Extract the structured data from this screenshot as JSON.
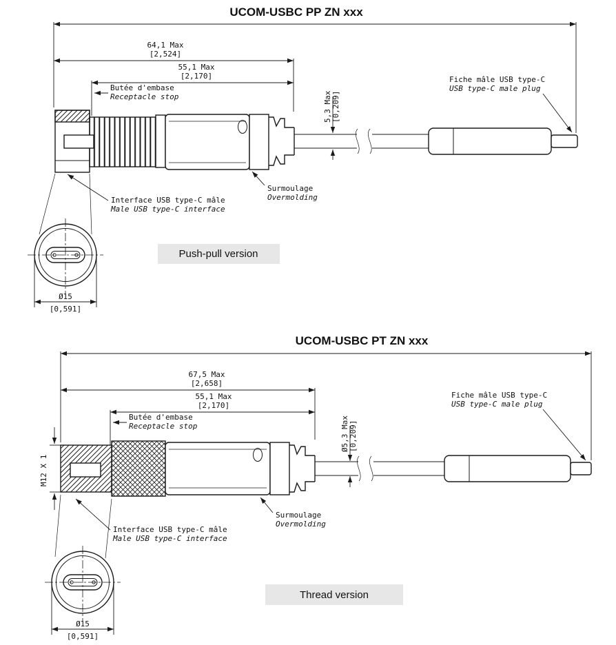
{
  "page": {
    "background": "#ffffff",
    "title_color": "#1d5c87",
    "line_color": "#1a1a1a",
    "badge_bg": "#e7e7e7"
  },
  "sections": [
    {
      "id": "push-pull",
      "title": "UCOM-USBC PP ZN xxx",
      "version_label": "Push-pull version",
      "dimensions": {
        "overall_length": {
          "value": "64,1 Max",
          "inches": "[2,524]"
        },
        "body_length": {
          "value": "55,1 Max",
          "inches": "[2,170]"
        },
        "cable_diameter": {
          "value": "5,3 Max",
          "inches": "[0,209]"
        },
        "front_diameter": {
          "value": "Ø15",
          "inches": "[0,591]"
        }
      },
      "labels": {
        "receptacle_stop": {
          "fr": "Butée d'embase",
          "en": "Receptacle stop"
        },
        "usb_plug": {
          "fr": "Fiche mâle USB type-C",
          "en": "USB type-C male plug"
        },
        "overmolding": {
          "fr": "Surmoulage",
          "en": "Overmolding"
        },
        "usb_interface": {
          "fr": "Interface USB type-C mâle",
          "en": "Male USB type-C interface"
        }
      }
    },
    {
      "id": "thread",
      "title": "UCOM-USBC PT ZN xxx",
      "version_label": "Thread version",
      "dimensions": {
        "overall_length": {
          "value": "67,5 Max",
          "inches": "[2,658]"
        },
        "body_length": {
          "value": "55,1 Max",
          "inches": "[2,170]"
        },
        "cable_diameter": {
          "value": "Ø5,3 Max",
          "inches": "[0,209]"
        },
        "front_diameter": {
          "value": "Ø15",
          "inches": "[0,591]"
        },
        "thread_size": {
          "value": "M12 X 1"
        }
      },
      "labels": {
        "receptacle_stop": {
          "fr": "Butée d'embase",
          "en": "Receptacle stop"
        },
        "usb_plug": {
          "fr": "Fiche mâle USB type-C",
          "en": "USB type-C male plug"
        },
        "overmolding": {
          "fr": "Surmoulage",
          "en": "Overmolding"
        },
        "usb_interface": {
          "fr": "Interface USB type-C mâle",
          "en": "Male USB type-C interface"
        }
      }
    }
  ]
}
